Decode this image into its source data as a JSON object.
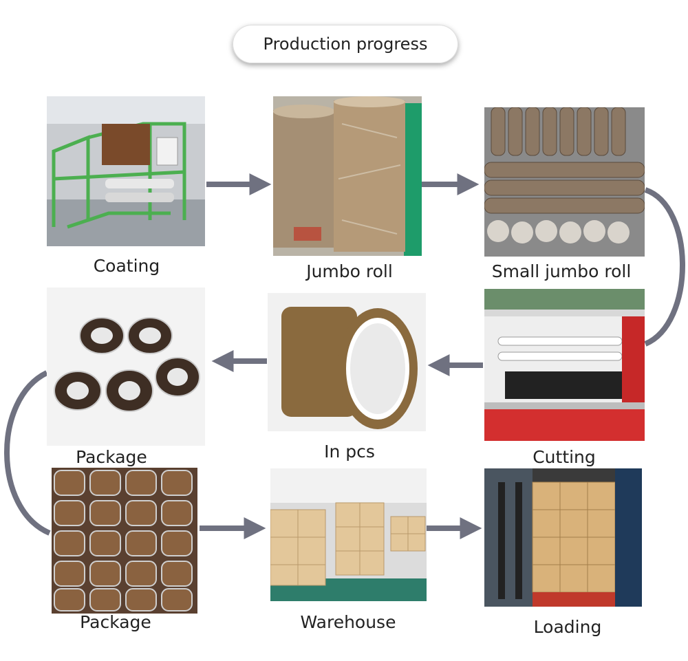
{
  "title": "Production progress",
  "steps": [
    {
      "label": "Coating",
      "icon": "coating-machine-photo"
    },
    {
      "label": "Jumbo roll",
      "icon": "jumbo-roll-photo"
    },
    {
      "label": "Small jumbo roll",
      "icon": "small-jumbo-roll-photo"
    },
    {
      "label": "Cutting",
      "icon": "cutting-machine-photo"
    },
    {
      "label": "In pcs",
      "icon": "tape-roll-photo"
    },
    {
      "label": "Package",
      "icon": "packaged-rolls-photo"
    },
    {
      "label": "Package",
      "icon": "bagged-rolls-photo"
    },
    {
      "label": "Warehouse",
      "icon": "warehouse-photo"
    },
    {
      "label": "Loading",
      "icon": "loading-truck-photo"
    }
  ],
  "colors": {
    "arrow": "#6f7180",
    "tape": "#8a6a3e",
    "machine": "#4caf50"
  }
}
